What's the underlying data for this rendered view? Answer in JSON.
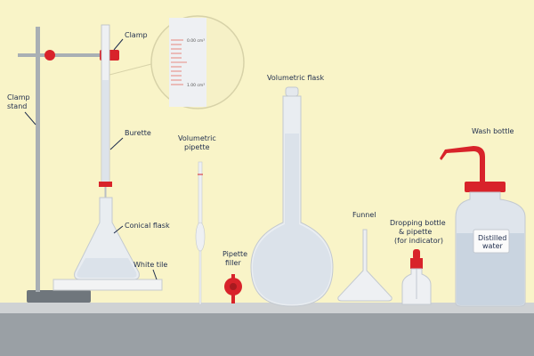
{
  "labels": {
    "clamp_stand_1": "Clamp",
    "clamp_stand_2": "stand",
    "clamp": "Clamp",
    "burette": "Burette",
    "conical_flask": "Conical flask",
    "white_tile": "White tile",
    "volumetric_pipette_1": "Volumetric",
    "volumetric_pipette_2": "pipette",
    "pipette_filler_1": "Pipette",
    "pipette_filler_2": "filler",
    "volumetric_flask": "Volumetric flask",
    "funnel": "Funnel",
    "dropping_bottle_1": "Dropping bottle",
    "dropping_bottle_2": "& pipette",
    "dropping_bottle_3": "(for indicator)",
    "wash_bottle": "Wash bottle",
    "distilled_1": "Distilled",
    "distilled_2": "water"
  },
  "burette_scale": {
    "top": "0.00 cm³",
    "bottom": "1.00 cm³"
  },
  "colors": {
    "background": "#f9f4c8",
    "accent_red": "#d8232a",
    "glass": "#e6e9ee",
    "bench": "#c9cccf"
  }
}
